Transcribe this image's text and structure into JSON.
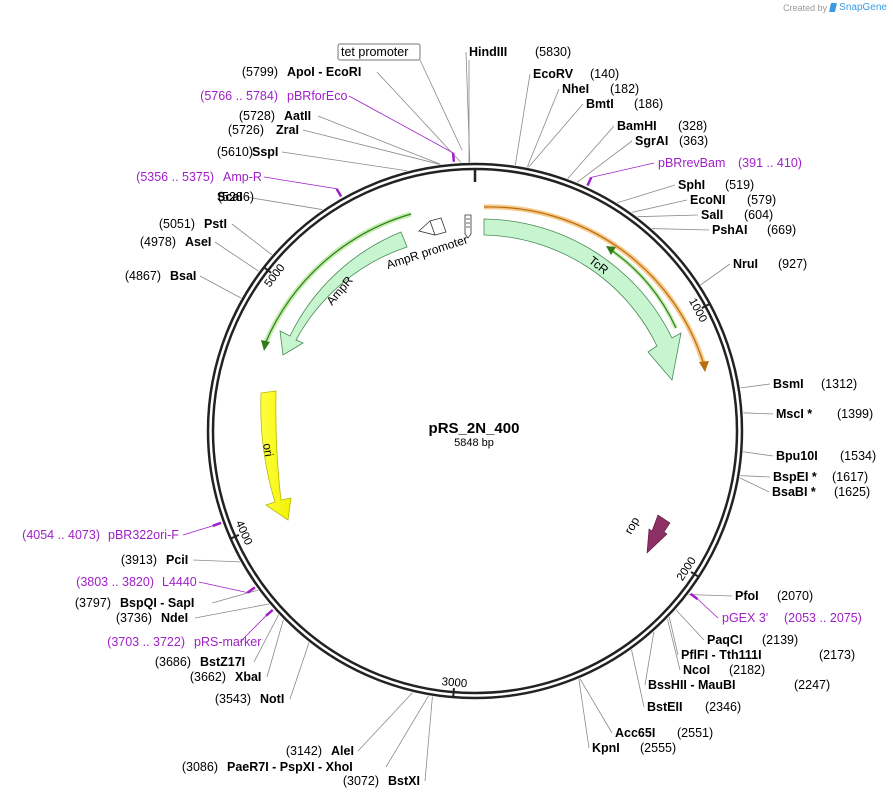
{
  "credit": {
    "created_by": "Created by",
    "brand": "SnapGene"
  },
  "plasmid": {
    "name": "pRS_2N_400",
    "size": "5848 bp"
  },
  "ticks": [
    "1000",
    "2000",
    "3000",
    "4000",
    "5000"
  ],
  "features": {
    "tet_promoter": "tet promoter",
    "ampr_promoter": "AmpR promoter",
    "ampr": "AmpR",
    "tcr": "TcR",
    "ori": "ori",
    "rop": "rop"
  },
  "enzymes_right": [
    {
      "name": "HindIII",
      "pos": "(5830)"
    },
    {
      "name": "EcoRV",
      "pos": "(140)"
    },
    {
      "name": "NheI",
      "pos": "(182)"
    },
    {
      "name": "BmtI",
      "pos": "(186)"
    },
    {
      "name": "BamHI",
      "pos": "(328)"
    },
    {
      "name": "SgrAI",
      "pos": "(363)"
    },
    {
      "name": "SphI",
      "pos": "(519)"
    },
    {
      "name": "EcoNI",
      "pos": "(579)"
    },
    {
      "name": "SalI",
      "pos": "(604)"
    },
    {
      "name": "PshAI",
      "pos": "(669)"
    },
    {
      "name": "NruI",
      "pos": "(927)"
    },
    {
      "name": "BsmI",
      "pos": "(1312)"
    },
    {
      "name": "MscI *",
      "pos": "(1399)"
    },
    {
      "name": "Bpu10I",
      "pos": "(1534)"
    },
    {
      "name": "BspEI *",
      "pos": "(1617)"
    },
    {
      "name": "BsaBI *",
      "pos": "(1625)"
    },
    {
      "name": "PfoI",
      "pos": "(2070)"
    },
    {
      "name": "PaqCI",
      "pos": "(2139)"
    },
    {
      "name": "PflFI  -  Tth111I",
      "pos": "(2173)"
    },
    {
      "name": "NcoI",
      "pos": "(2182)"
    },
    {
      "name": "BssHII  -  MauBI",
      "pos": "(2247)"
    },
    {
      "name": "BstEII",
      "pos": "(2346)"
    },
    {
      "name": "Acc65I",
      "pos": "(2551)"
    },
    {
      "name": "KpnI",
      "pos": "(2555)"
    }
  ],
  "enzymes_left": [
    {
      "name": "ApoI  -  EcoRI",
      "pos": "(5799)"
    },
    {
      "name": "AatII",
      "pos": "(5728)"
    },
    {
      "name": "ZraI",
      "pos": "(5726)"
    },
    {
      "name": "SspI",
      "pos": "(5610)"
    },
    {
      "name": "ScaI",
      "pos": "(5286)"
    },
    {
      "name": "PstI",
      "pos": "(5051)"
    },
    {
      "name": "AseI",
      "pos": "(4978)"
    },
    {
      "name": "BsaI",
      "pos": "(4867)"
    },
    {
      "name": "PciI",
      "pos": "(3913)"
    },
    {
      "name": "BspQI  -  SapI",
      "pos": "(3797)"
    },
    {
      "name": "NdeI",
      "pos": "(3736)"
    },
    {
      "name": "BstZ17I",
      "pos": "(3686)"
    },
    {
      "name": "XbaI",
      "pos": "(3662)"
    },
    {
      "name": "NotI",
      "pos": "(3543)"
    },
    {
      "name": "AleI",
      "pos": "(3142)"
    },
    {
      "name": "PaeR7I  -  PspXI  -  XhoI",
      "pos": "(3086)"
    },
    {
      "name": "BstXI",
      "pos": "(3072)"
    }
  ],
  "primers_right": [
    {
      "name": "pBRrevBam",
      "pos": "(391 .. 410)"
    },
    {
      "name": "pGEX 3'",
      "pos": "(2053 .. 2075)"
    }
  ],
  "primers_left": [
    {
      "name": "pBRforEco",
      "pos": "(5766 .. 5784)"
    },
    {
      "name": "Amp-R",
      "pos": "(5356 .. 5375)"
    },
    {
      "name": "pBR322ori-F",
      "pos": "(4054 .. 4073)"
    },
    {
      "name": "L4440",
      "pos": "(3803 .. 3820)"
    },
    {
      "name": "pRS-marker",
      "pos": "(3703 .. 3722)"
    }
  ],
  "colors": {
    "backbone": "#222222",
    "feature_green": "#c6f5cf",
    "ori_yellow": "#ffff00",
    "rop_purple": "#8b2f64",
    "primer_orange": "#f0a030",
    "primer_green": "#2f7d1a",
    "primer_label": "#a020c8"
  }
}
